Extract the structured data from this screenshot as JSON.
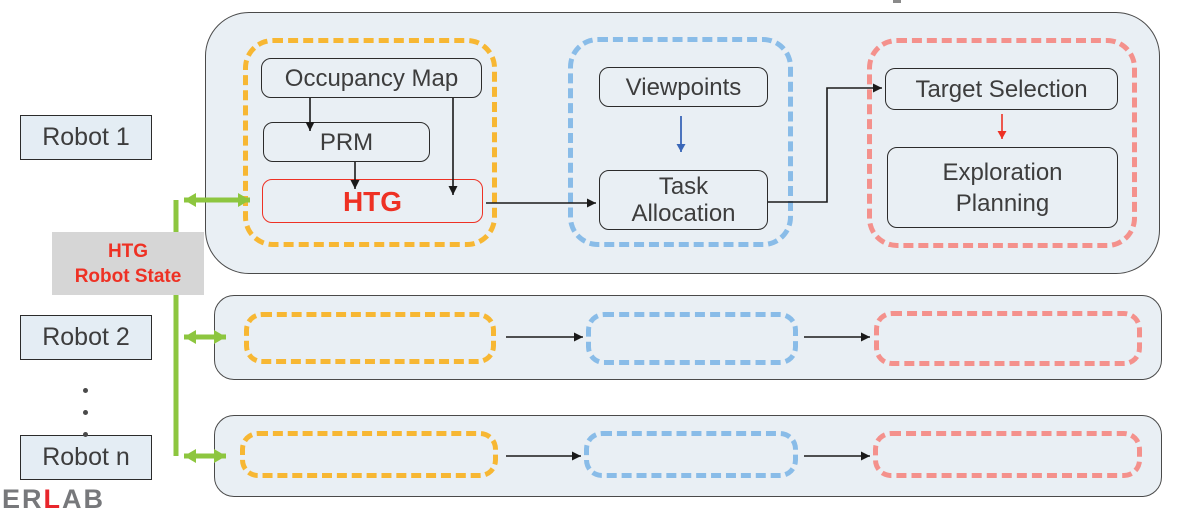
{
  "robots": {
    "r1": "Robot 1",
    "r2": "Robot 2",
    "rn": "Robot n"
  },
  "shared_state": {
    "line1": "HTG",
    "line2": "Robot State"
  },
  "modules": {
    "occupancy_map": "Occupancy Map",
    "prm": "PRM",
    "htg": "HTG",
    "viewpoints": "Viewpoints",
    "task_line1": "Task",
    "task_line2": "Allocation",
    "target_selection": "Target Selection",
    "exploration_line1": "Exploration",
    "exploration_line2": "Planning"
  },
  "ellipsis": {
    "d1": "·",
    "d2": "·",
    "d3": "·"
  },
  "logo": {
    "left": "ER",
    "mid": "L",
    "right": "AB"
  },
  "colors": {
    "container_fill": "#e9eff4",
    "container_border": "#4a4a4a",
    "label_fill": "#e4edf4",
    "box_border": "#2b2b2b",
    "orange": "#f7b733",
    "blue_dash": "#89bce8",
    "pink_dash": "#f4918c",
    "green": "#8dc63f",
    "red": "#ee3124",
    "blue_arrow": "#3a67b8",
    "gray_box": "#d6d6d6",
    "text": "#3d3d3d",
    "black": "#1a1a1a",
    "logo_gray": "#77787b",
    "logo_red": "#e8262c"
  }
}
